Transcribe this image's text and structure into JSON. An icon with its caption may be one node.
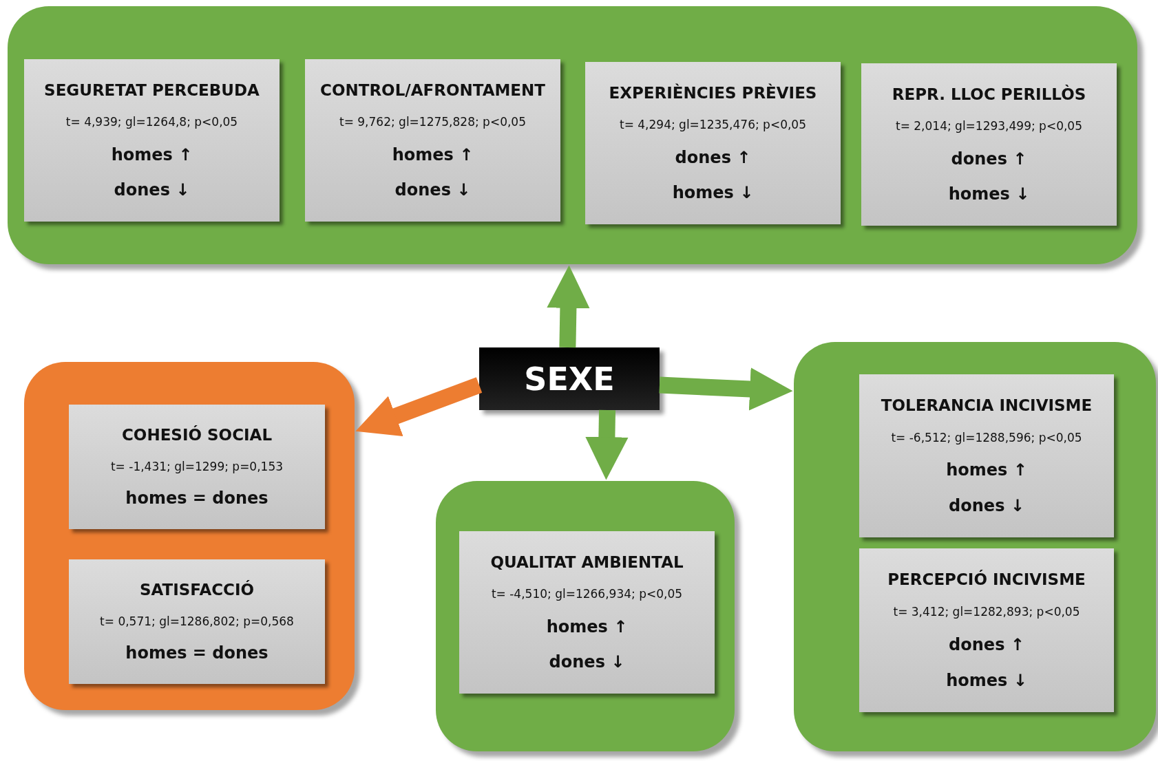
{
  "diagram": {
    "nodes": [
      {
        "text": [],
        "shape": "box"
      },
      {
        "text": [
          "SEGURETAT PERCEBUDA",
          "t= 4,939; gl=1264,8; p<0,05",
          "homes ↑",
          "dones ↓"
        ],
        "in": 0
      },
      {
        "text": [
          "CONTROL/AFRONTAMENT",
          "t= 9,762; gl=1275,828; p<0,05",
          "homes ↑",
          "dones ↓"
        ],
        "in": 0
      },
      {
        "text": [
          "EXPERIÈNCIES PRÈVIES",
          "t= 4,294; gl=1235,476; p<0,05",
          "dones ↑",
          "homes ↓"
        ],
        "in": 0
      },
      {
        "text": [
          "REPR. LLOC PERILLÒS",
          "t= 2,014; gl=1293,499; p<0,05",
          "dones ↑",
          "homes ↓"
        ],
        "in": 0
      },
      {
        "text": [
          "SEXE"
        ]
      },
      {
        "text": [],
        "shape": "box"
      },
      {
        "text": [
          "COHESIÓ SOCIAL",
          "t= -1,431; gl=1299; p=0,153",
          "homes = dones"
        ],
        "in": 6
      },
      {
        "text": [
          "SATISFACCIÓ",
          "t= 0,571; gl=1286,802; p=0,568",
          "homes = dones"
        ],
        "in": 6
      },
      {
        "text": [],
        "shape": "box"
      },
      {
        "text": [
          "QUALITAT AMBIENTAL",
          "t= -4,510; gl=1266,934; p<0,05",
          "homes ↑",
          "dones ↓"
        ],
        "in": 9
      },
      {
        "text": [],
        "shape": "box"
      },
      {
        "text": [
          "TOLERANCIA INCIVISME",
          "t= -6,512; gl=1288,596; p<0,05",
          "homes ↑",
          "dones ↓"
        ],
        "in": 11
      },
      {
        "text": [
          "PERCEPCIÓ INCIVISME",
          "t= 3,412; gl=1282,893; p<0,05",
          "dones ↑",
          "homes ↓"
        ],
        "in": 11
      }
    ],
    "edges": [
      {
        "from": 5,
        "to": 0,
        "arrow": "to"
      },
      {
        "from": 5,
        "to": 6,
        "arrow": "to",
        "color": "#ed7d31"
      },
      {
        "from": 5,
        "to": 9,
        "arrow": "to"
      },
      {
        "from": 5,
        "to": 11,
        "arrow": "to"
      }
    ]
  }
}
